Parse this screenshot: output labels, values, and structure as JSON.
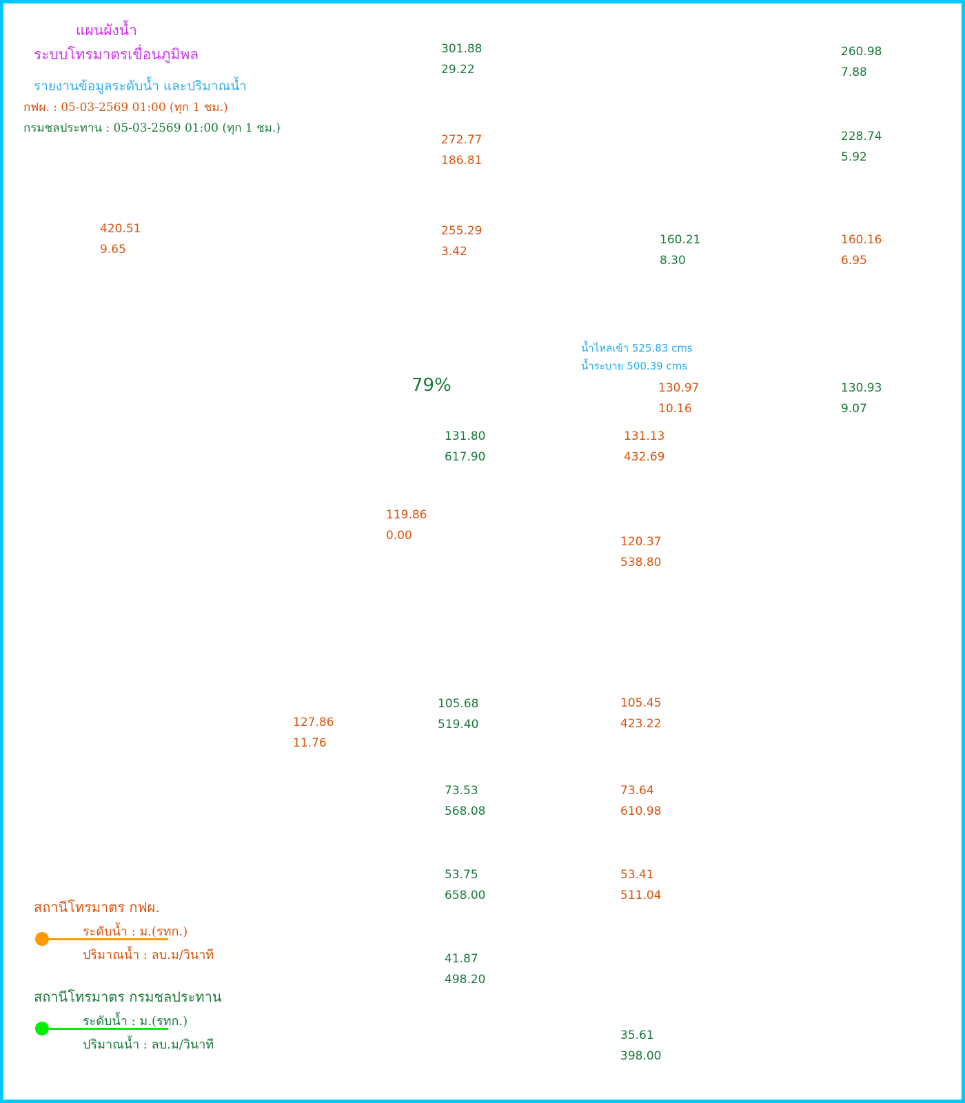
{
  "header": {
    "title": "แผนผังน้ำ",
    "subtitle": "ระบบโทรมาตรเขื่อนภูมิพล",
    "report": "รายงานข้อมูลระดับน้ำ และปริมาณน้ำ",
    "egat_time": "กฟผ. : 05-03-2569 01:00 (ทุก 1 ชม.)",
    "rid_time": "กรมชลประทาน : 05-03-2569 01:00 (ทุก 1 ชม.)"
  },
  "dam": {
    "percent": "79%",
    "inflow": "น้ำไหลเข้า 525.83 cms",
    "release": "น้ำระบาย 500.39 cms"
  },
  "stations": [
    {
      "level": "301.88",
      "flow": "29.22",
      "source": "rid"
    },
    {
      "level": "260.98",
      "flow": "7.88",
      "source": "rid"
    },
    {
      "level": "272.77",
      "flow": "186.81",
      "source": "egat"
    },
    {
      "level": "228.74",
      "flow": "5.92",
      "source": "rid"
    },
    {
      "level": "420.51",
      "flow": "9.65",
      "source": "egat"
    },
    {
      "level": "255.29",
      "flow": "3.42",
      "source": "egat"
    },
    {
      "level": "160.21",
      "flow": "8.30",
      "source": "rid"
    },
    {
      "level": "160.16",
      "flow": "6.95",
      "source": "egat"
    },
    {
      "level": "130.97",
      "flow": "10.16",
      "source": "egat"
    },
    {
      "level": "130.93",
      "flow": "9.07",
      "source": "rid"
    },
    {
      "level": "131.80",
      "flow": "617.90",
      "source": "rid"
    },
    {
      "level": "131.13",
      "flow": "432.69",
      "source": "egat"
    },
    {
      "level": "119.86",
      "flow": "0.00",
      "source": "egat"
    },
    {
      "level": "120.37",
      "flow": "538.80",
      "source": "egat"
    },
    {
      "level": "105.68",
      "flow": "519.40",
      "source": "rid"
    },
    {
      "level": "105.45",
      "flow": "423.22",
      "source": "egat"
    },
    {
      "level": "127.86",
      "flow": "11.76",
      "source": "egat"
    },
    {
      "level": "73.53",
      "flow": "568.08",
      "source": "rid"
    },
    {
      "level": "73.64",
      "flow": "610.98",
      "source": "egat"
    },
    {
      "level": "53.75",
      "flow": "658.00",
      "source": "rid"
    },
    {
      "level": "53.41",
      "flow": "511.04",
      "source": "egat"
    },
    {
      "level": "41.87",
      "flow": "498.20",
      "source": "rid"
    },
    {
      "level": "35.61",
      "flow": "398.00",
      "source": "rid"
    }
  ],
  "legend": {
    "egat": {
      "title": "สถานีโทรมาตร กฟผ.",
      "level": "ระดับน้ำ : ม.(รทก.)",
      "flow": "ปริมาณน้ำ : ลบ.ม/วินาที",
      "color": "#ff9900"
    },
    "rid": {
      "title": "สถานีโทรมาตร กรมชลประทาน",
      "level": "ระดับน้ำ : ม.(รทก.)",
      "flow": "ปริมาณน้ำ : ลบ.ม/วินาที",
      "color": "#00ee00"
    }
  }
}
